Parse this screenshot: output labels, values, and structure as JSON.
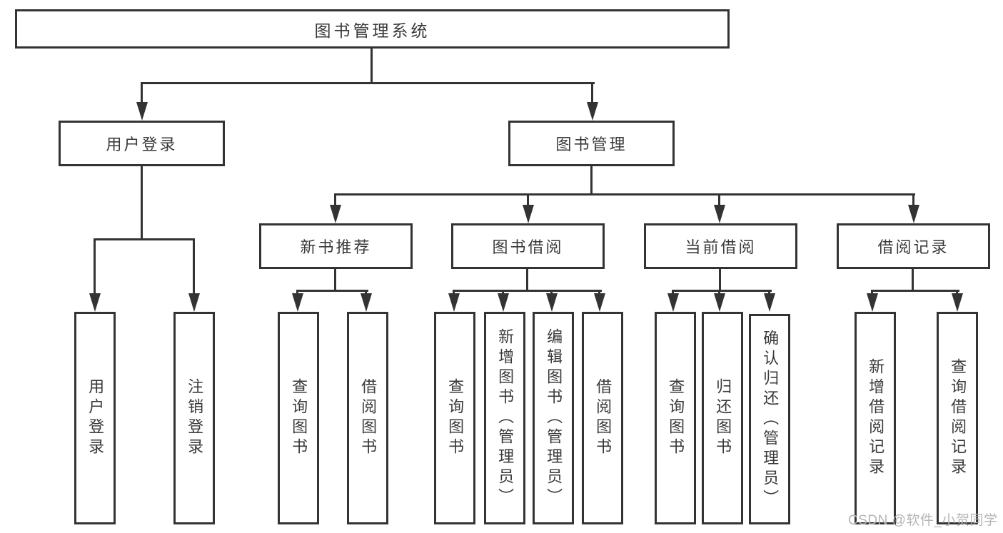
{
  "chart_data": {
    "type": "table",
    "note": "hierarchy tree diagram"
  },
  "tree": {
    "label": "图书管理系统",
    "children": [
      {
        "label": "用户登录",
        "children": [
          {
            "label": "用户登录"
          },
          {
            "label": "注销登录"
          }
        ]
      },
      {
        "label": "图书管理",
        "children": [
          {
            "label": "新书推荐",
            "children": [
              {
                "label": "查询图书"
              },
              {
                "label": "借阅图书"
              }
            ]
          },
          {
            "label": "图书借阅",
            "children": [
              {
                "label": "查询图书"
              },
              {
                "label": "新增图书（管理员）"
              },
              {
                "label": "编辑图书（管理员）"
              },
              {
                "label": "借阅图书"
              }
            ]
          },
          {
            "label": "当前借阅",
            "children": [
              {
                "label": "查询图书"
              },
              {
                "label": "归还图书"
              },
              {
                "label": "确认归还（管理员）"
              }
            ]
          },
          {
            "label": "借阅记录",
            "children": [
              {
                "label": "新增借阅记录"
              },
              {
                "label": "查询借阅记录"
              }
            ]
          }
        ]
      }
    ]
  },
  "watermark": {
    "text": "CSDN @软件_小贺同学"
  },
  "colors": {
    "line": "#333333",
    "text": "#3a3a3a",
    "background": "#ffffff",
    "watermark": "#b5b5b5"
  }
}
